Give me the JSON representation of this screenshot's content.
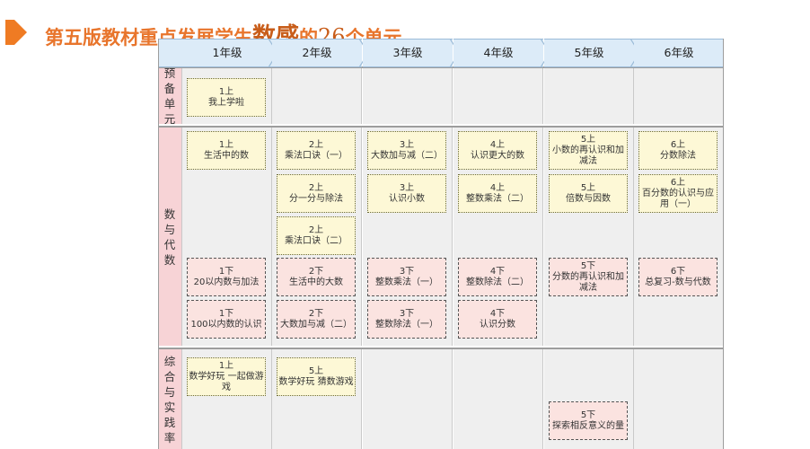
{
  "title": {
    "part1": "第五版教材重点发展学生",
    "part2": "数感",
    "part3": "的",
    "part4": "26",
    "part5": "个单元"
  },
  "colors": {
    "accent": "#ef7b23",
    "header": "#dcebf8",
    "row_head": "#f7d3d6",
    "card_upper": "#fdf8d6",
    "card_lower": "#fbe3e0"
  },
  "grades": [
    "1年级",
    "2年级",
    "3年级",
    "4年级",
    "5年级",
    "6年级"
  ],
  "rows": [
    "预备单元",
    "数与代数",
    "综合与实践率"
  ],
  "cards": [
    {
      "col": 0,
      "row": 0,
      "slot": 0,
      "style": "upper",
      "vol": "1上",
      "name": "我上学啦"
    },
    {
      "col": 0,
      "row": 1,
      "slot": 0,
      "style": "upper",
      "vol": "1上",
      "name": "生活中的数"
    },
    {
      "col": 0,
      "row": 1,
      "slot": 3,
      "style": "lower",
      "vol": "1下",
      "name": "20以内数与加法"
    },
    {
      "col": 0,
      "row": 1,
      "slot": 4,
      "style": "lower",
      "vol": "1下",
      "name": "100以内数的认识"
    },
    {
      "col": 1,
      "row": 1,
      "slot": 0,
      "style": "upper",
      "vol": "2上",
      "name": "乘法口诀（一）"
    },
    {
      "col": 1,
      "row": 1,
      "slot": 1,
      "style": "upper",
      "vol": "2上",
      "name": "分一分与除法"
    },
    {
      "col": 1,
      "row": 1,
      "slot": 2,
      "style": "upper",
      "vol": "2上",
      "name": "乘法口诀（二）"
    },
    {
      "col": 1,
      "row": 1,
      "slot": 3,
      "style": "lower",
      "vol": "2下",
      "name": "生活中的大数"
    },
    {
      "col": 1,
      "row": 1,
      "slot": 4,
      "style": "lower",
      "vol": "2下",
      "name": "大数加与减（二）"
    },
    {
      "col": 2,
      "row": 1,
      "slot": 0,
      "style": "upper",
      "vol": "3上",
      "name": "大数加与减（二）"
    },
    {
      "col": 2,
      "row": 1,
      "slot": 1,
      "style": "upper",
      "vol": "3上",
      "name": "认识小数"
    },
    {
      "col": 2,
      "row": 1,
      "slot": 3,
      "style": "lower",
      "vol": "3下",
      "name": "整数乘法（一）"
    },
    {
      "col": 2,
      "row": 1,
      "slot": 4,
      "style": "lower",
      "vol": "3下",
      "name": "整数除法（一）"
    },
    {
      "col": 3,
      "row": 1,
      "slot": 0,
      "style": "upper",
      "vol": "4上",
      "name": "认识更大的数"
    },
    {
      "col": 3,
      "row": 1,
      "slot": 1,
      "style": "upper",
      "vol": "4上",
      "name": "整数乘法（二）"
    },
    {
      "col": 3,
      "row": 1,
      "slot": 3,
      "style": "lower",
      "vol": "4下",
      "name": "整数除法（二）"
    },
    {
      "col": 3,
      "row": 1,
      "slot": 4,
      "style": "lower",
      "vol": "4下",
      "name": "认识分数"
    },
    {
      "col": 4,
      "row": 1,
      "slot": 0,
      "style": "upper",
      "vol": "5上",
      "name": "小数的再认识和加减法"
    },
    {
      "col": 4,
      "row": 1,
      "slot": 1,
      "style": "upper",
      "vol": "5上",
      "name": "倍数与因数"
    },
    {
      "col": 4,
      "row": 1,
      "slot": 3,
      "style": "lower",
      "vol": "5下",
      "name": "分数的再认识和加减法"
    },
    {
      "col": 5,
      "row": 1,
      "slot": 0,
      "style": "upper",
      "vol": "6上",
      "name": "分数除法"
    },
    {
      "col": 5,
      "row": 1,
      "slot": 1,
      "style": "upper",
      "vol": "6上",
      "name": "百分数的认识与应用（一）"
    },
    {
      "col": 5,
      "row": 1,
      "slot": 3,
      "style": "lower",
      "vol": "6下",
      "name": "总复习-数与代数"
    },
    {
      "col": 0,
      "row": 2,
      "slot": 0,
      "style": "upper",
      "vol": "1上",
      "name": "数学好玩 一起做游戏"
    },
    {
      "col": 1,
      "row": 2,
      "slot": 0,
      "style": "upper",
      "vol": "5上",
      "name": "数学好玩 猜数游戏"
    },
    {
      "col": 4,
      "row": 2,
      "slot": 1,
      "style": "lower",
      "vol": "5下",
      "name": "探索相反意义的量"
    }
  ]
}
